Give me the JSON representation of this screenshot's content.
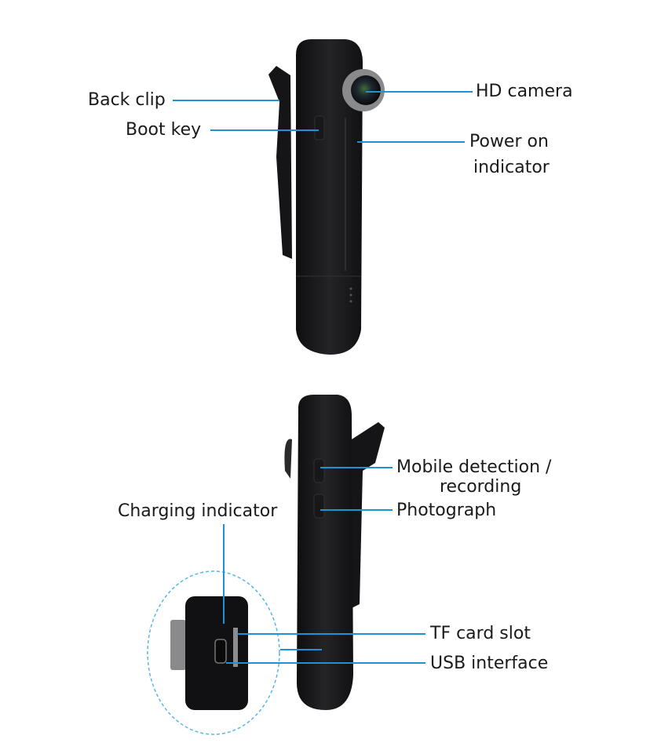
{
  "colors": {
    "callout_line": "#1b93d6",
    "device_body": "#1c1c1e",
    "background": "#ffffff"
  },
  "top_view": {
    "labels": {
      "back_clip": "Back clip",
      "boot_key": "Boot key",
      "hd_camera": "HD camera",
      "power_on_line1": "Power on",
      "power_on_line2": "indicator"
    }
  },
  "bottom_view": {
    "labels": {
      "mobile_detection_line1": "Mobile detection /",
      "mobile_detection_line2": "recording",
      "photograph": "Photograph",
      "charging_indicator": "Charging indicator",
      "tf_card_slot": "TF card slot",
      "usb_interface": "USB interface"
    }
  }
}
